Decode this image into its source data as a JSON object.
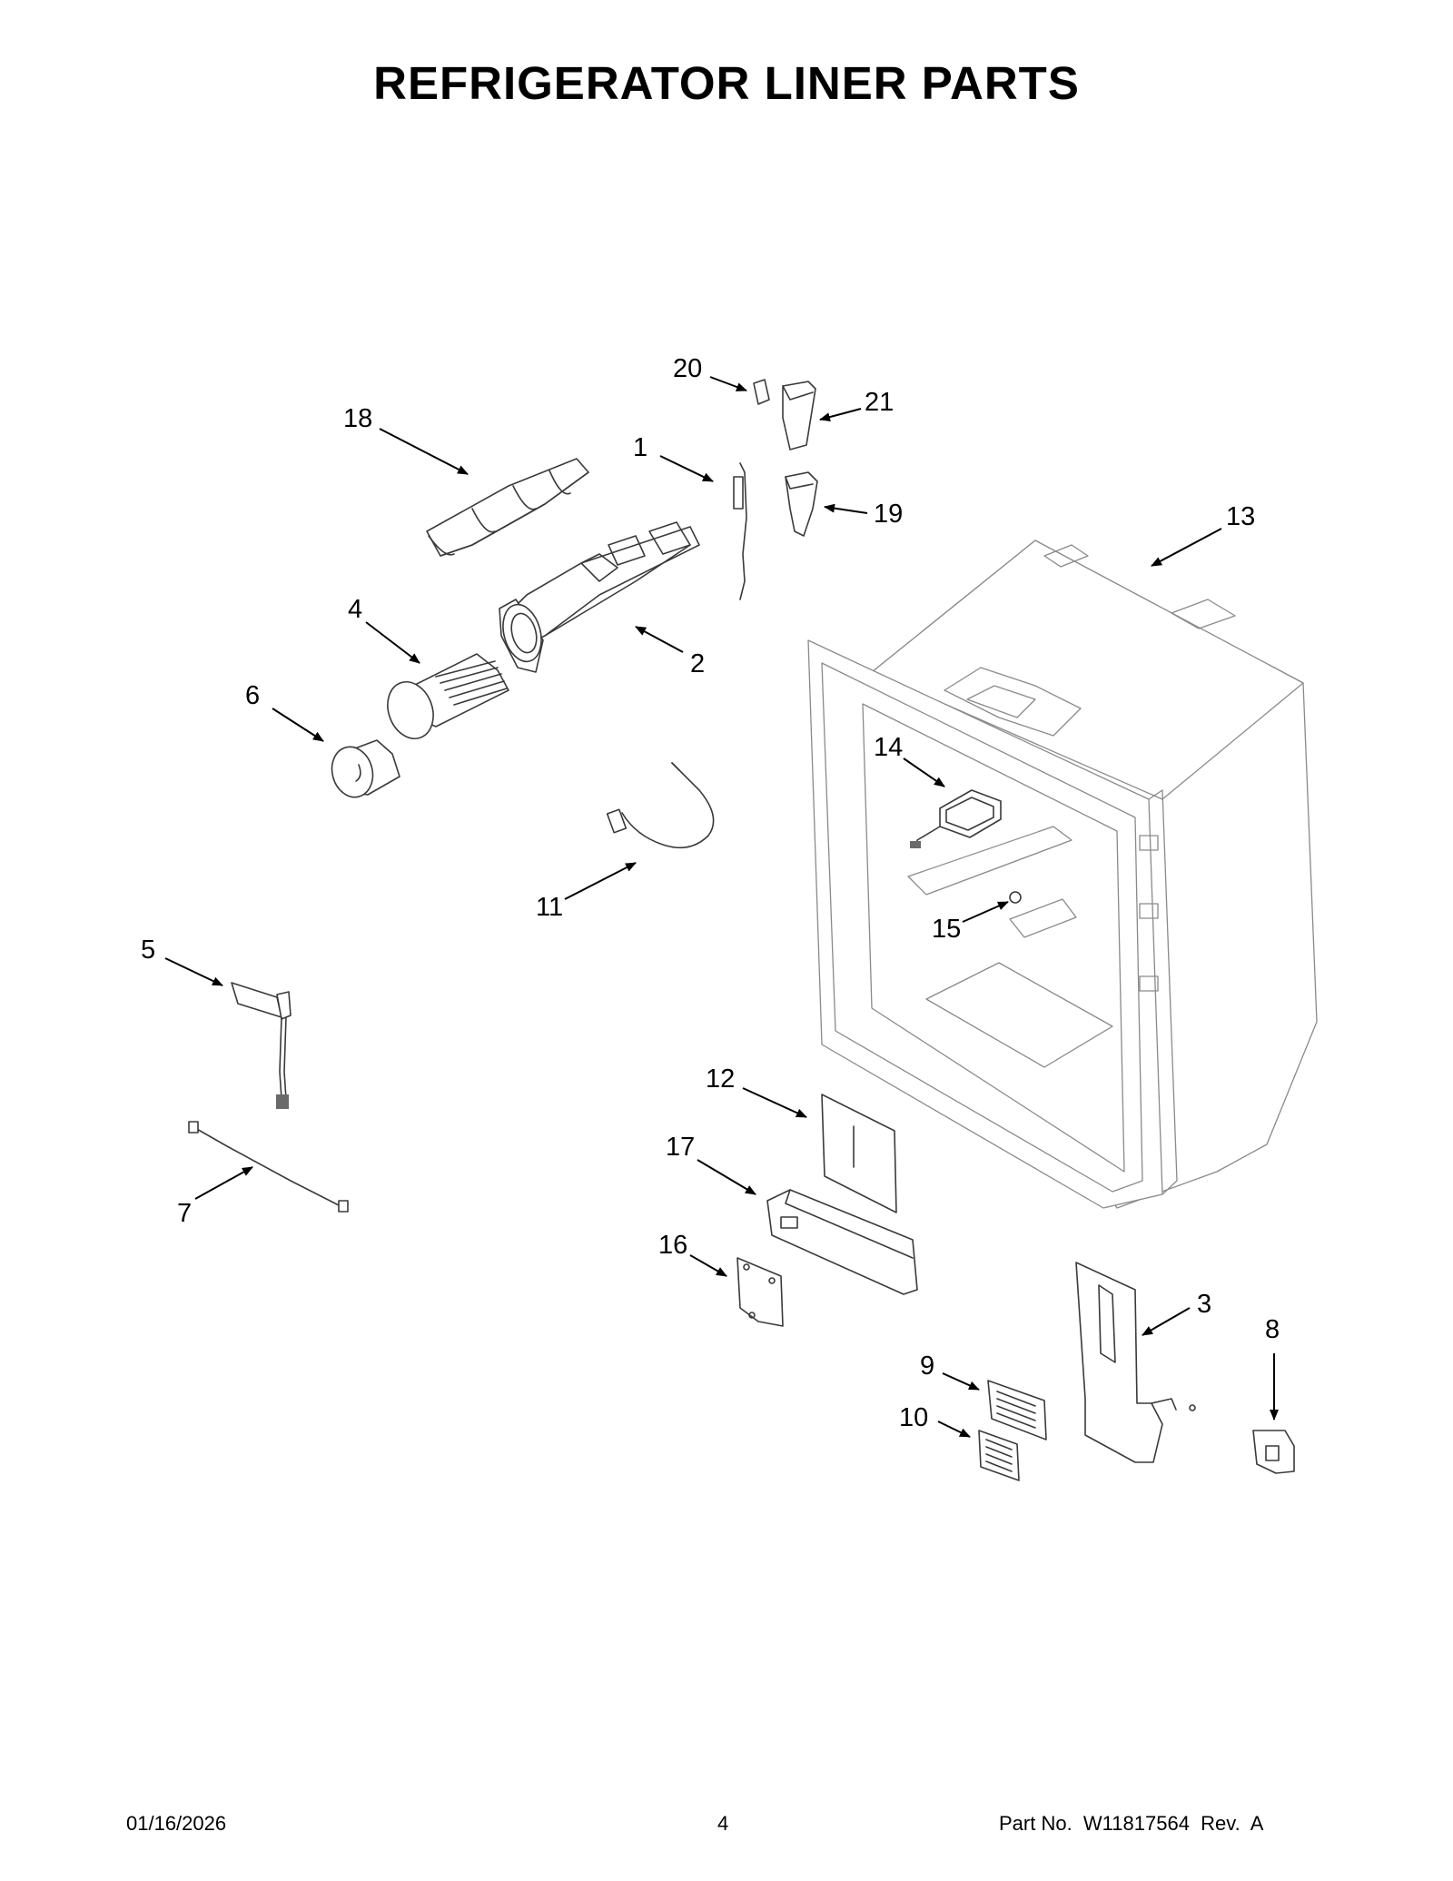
{
  "title": "REFRIGERATOR LINER PARTS",
  "callouts": [
    "1",
    "2",
    "3",
    "4",
    "5",
    "6",
    "7",
    "8",
    "9",
    "10",
    "11",
    "12",
    "13",
    "14",
    "15",
    "16",
    "17",
    "18",
    "19",
    "20",
    "21"
  ],
  "footer": {
    "date": "01/16/2026",
    "page": "4",
    "part_no": "Part No.  W11817564  Rev.  A"
  }
}
